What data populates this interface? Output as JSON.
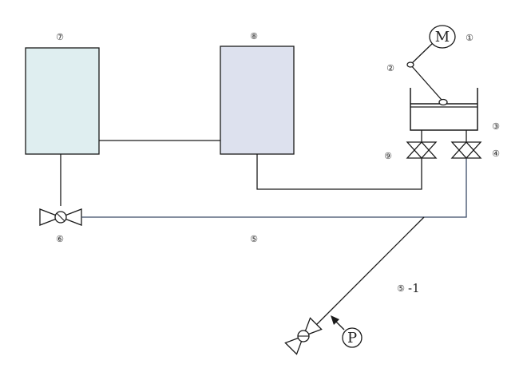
{
  "diagram": {
    "labels": {
      "motor": "M",
      "pressure": "P",
      "n1": "①",
      "n2": "②",
      "n3": "③",
      "n4": "④",
      "n5": "⑤",
      "n5_1_mark": "⑤",
      "n5_1_suffix": "-1",
      "n6": "⑥",
      "n7": "⑦",
      "n8": "⑧",
      "n9": "⑨"
    },
    "colors": {
      "tank_left_fill": "#dfeef0",
      "tank_right_fill": "#dde1ee",
      "outline": "#1a1a1a",
      "pipe_blue": "#3a4a66"
    }
  }
}
